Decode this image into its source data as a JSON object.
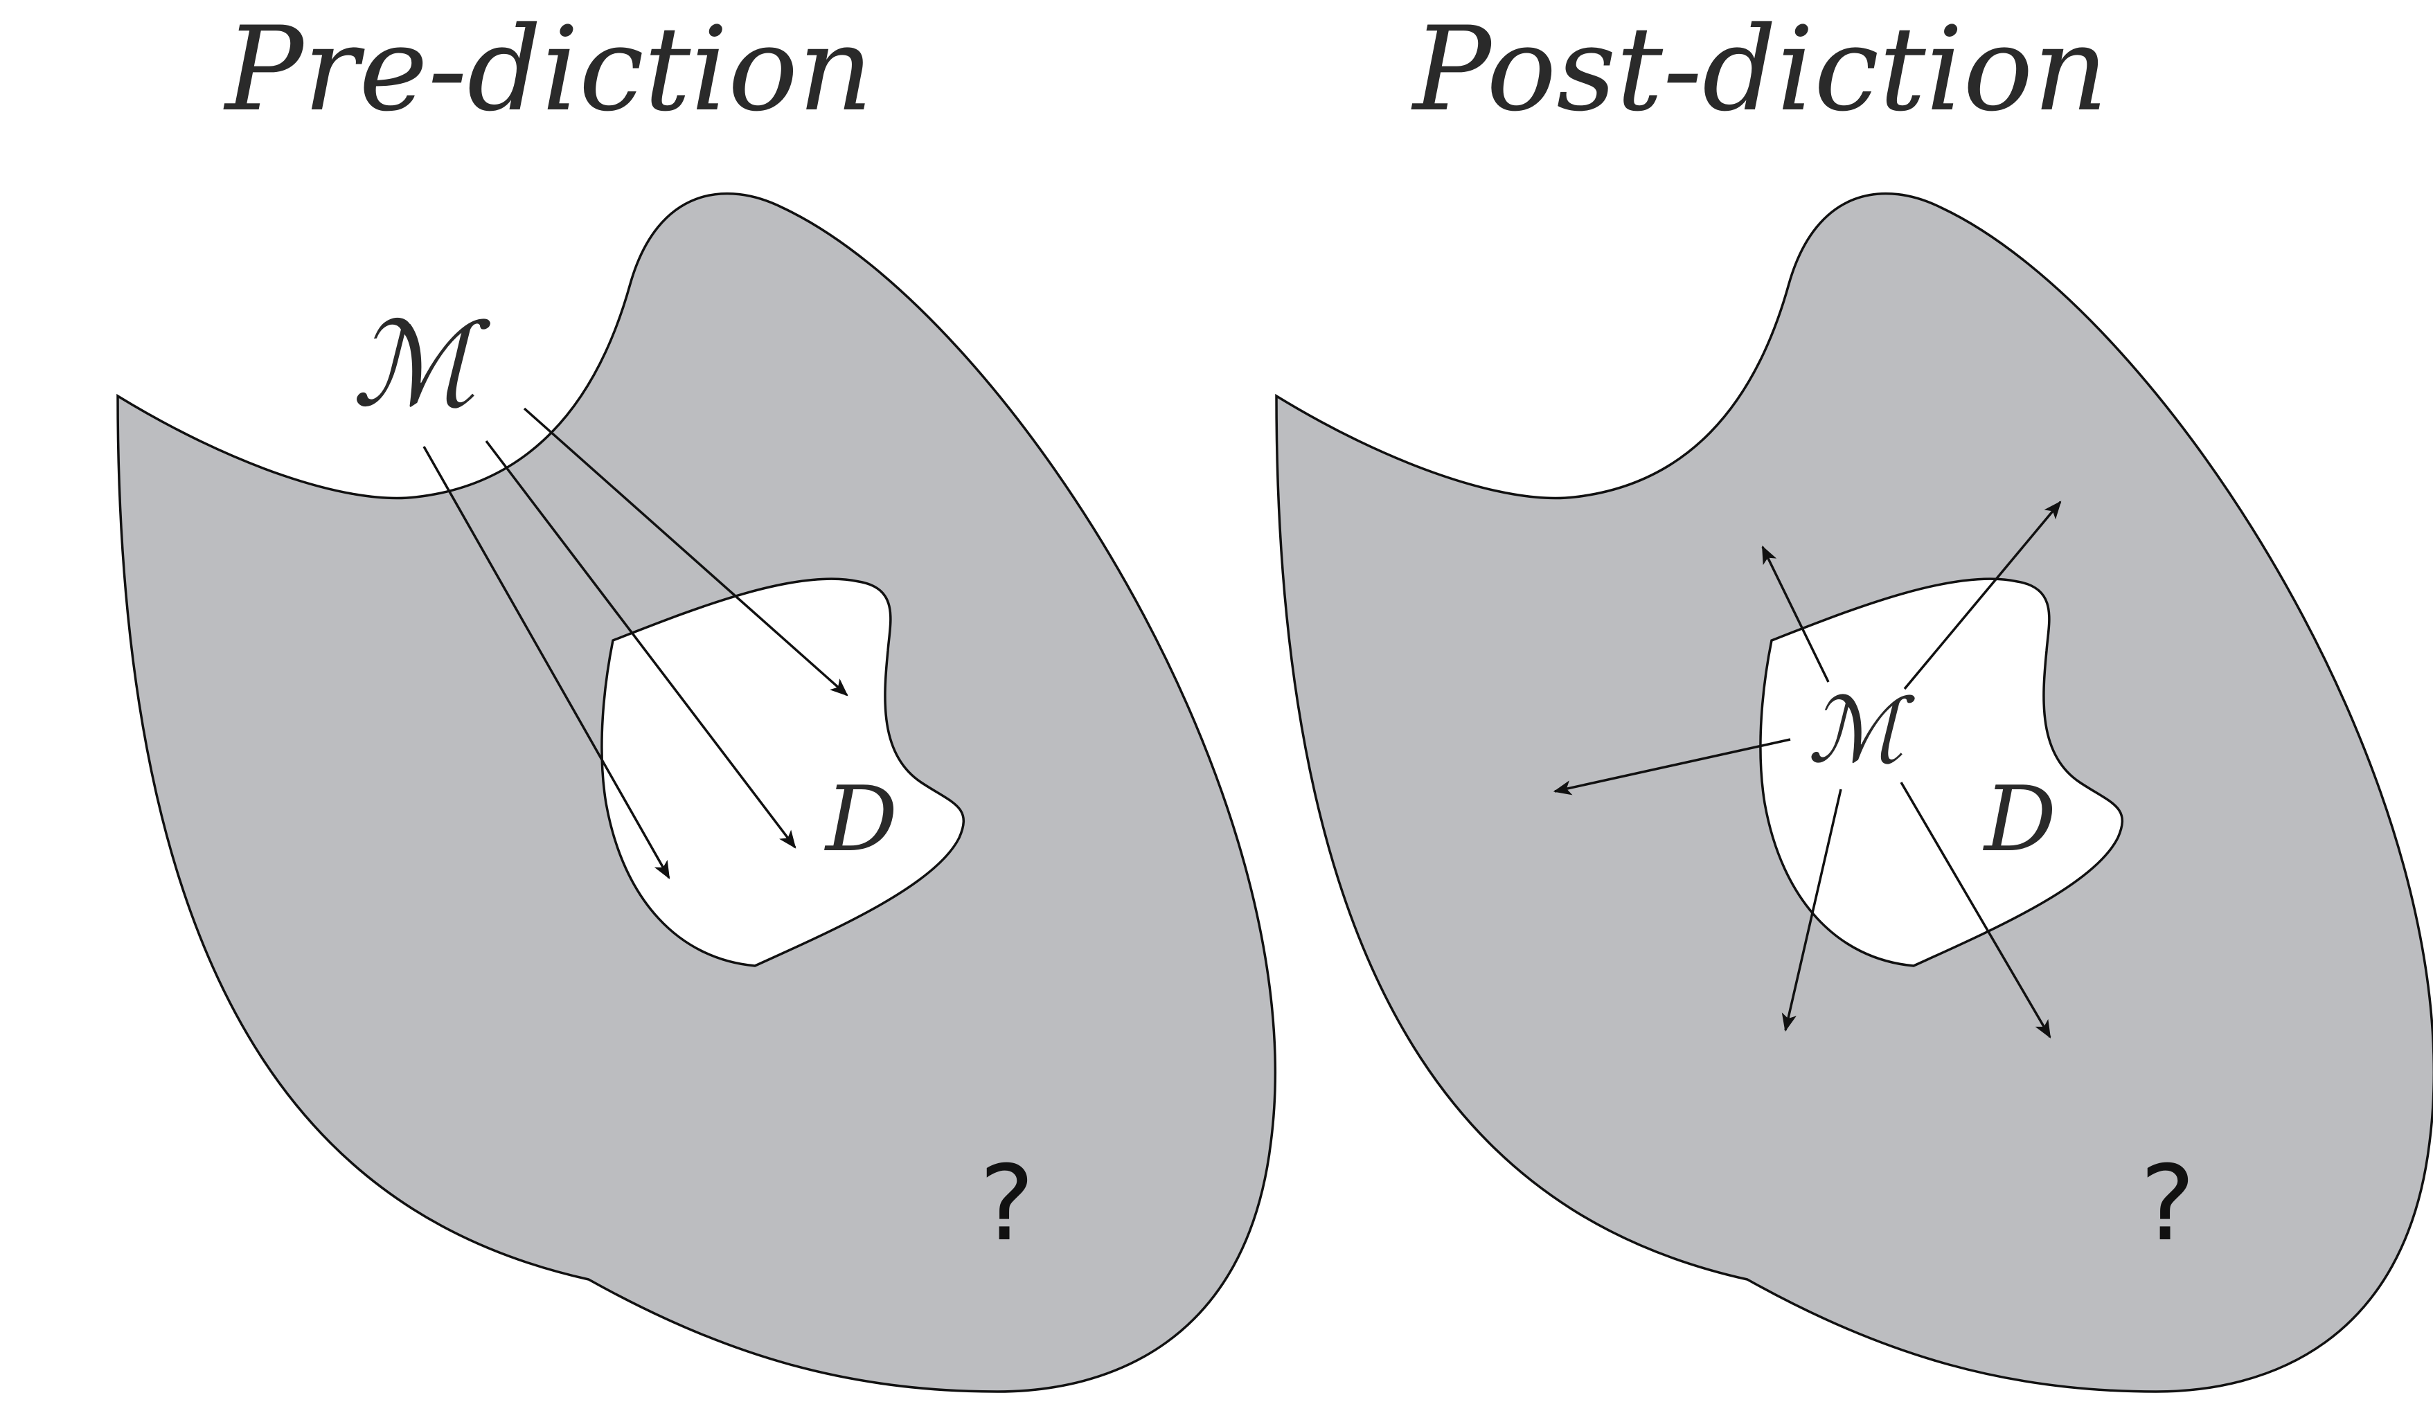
{
  "panels": [
    {
      "title": "Pre-diction",
      "model_label": "ℳ",
      "data_label": "D",
      "unknown_label": "?"
    },
    {
      "title": "Post-diction",
      "model_label": "ℳ",
      "data_label": "D",
      "unknown_label": "?"
    }
  ],
  "colors": {
    "region_fill": "#bcbdc0",
    "hole_fill": "#ffffff",
    "stroke": "#111111",
    "text": "#2a2a2a"
  }
}
